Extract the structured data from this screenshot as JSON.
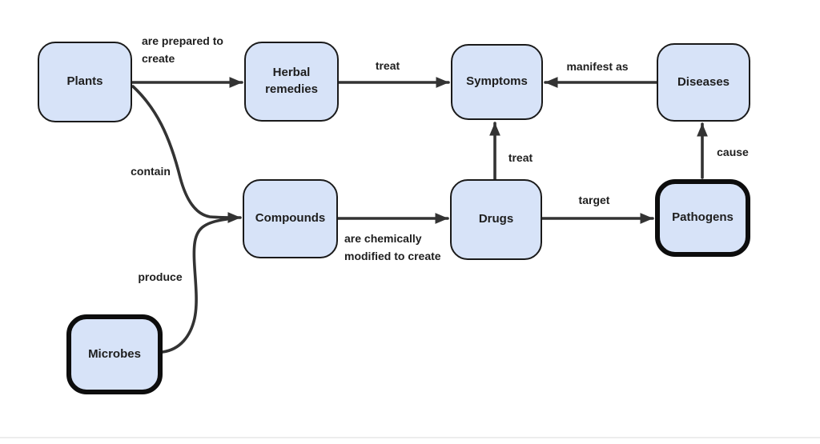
{
  "diagram_type": "concept-map",
  "nodes": {
    "plants": {
      "label": "Plants",
      "emphasis": false
    },
    "herbal_remedies": {
      "label": "Herbal remedies",
      "emphasis": false
    },
    "symptoms": {
      "label": "Symptoms",
      "emphasis": false
    },
    "diseases": {
      "label": "Diseases",
      "emphasis": false
    },
    "compounds": {
      "label": "Compounds",
      "emphasis": false
    },
    "drugs": {
      "label": "Drugs",
      "emphasis": false
    },
    "pathogens": {
      "label": "Pathogens",
      "emphasis": true
    },
    "microbes": {
      "label": "Microbes",
      "emphasis": true
    }
  },
  "edges": [
    {
      "from": "Plants",
      "to": "Herbal remedies",
      "label": "are prepared to create"
    },
    {
      "from": "Herbal remedies",
      "to": "Symptoms",
      "label": "treat"
    },
    {
      "from": "Diseases",
      "to": "Symptoms",
      "label": "manifest as"
    },
    {
      "from": "Plants",
      "to": "Compounds",
      "label": "contain"
    },
    {
      "from": "Microbes",
      "to": "Compounds",
      "label": "produce"
    },
    {
      "from": "Compounds",
      "to": "Drugs",
      "label": "are chemically modified to create"
    },
    {
      "from": "Drugs",
      "to": "Symptoms",
      "label": "treat"
    },
    {
      "from": "Drugs",
      "to": "Pathogens",
      "label": "target"
    },
    {
      "from": "Pathogens",
      "to": "Diseases",
      "label": "cause"
    }
  ],
  "colors": {
    "node_fill": "#d7e3f8",
    "node_border": "#1a1a1a",
    "emphasis_border": "#0d0d0d",
    "edge_stroke": "#333333",
    "label_text": "#1e1e1e",
    "background": "#ffffff"
  }
}
